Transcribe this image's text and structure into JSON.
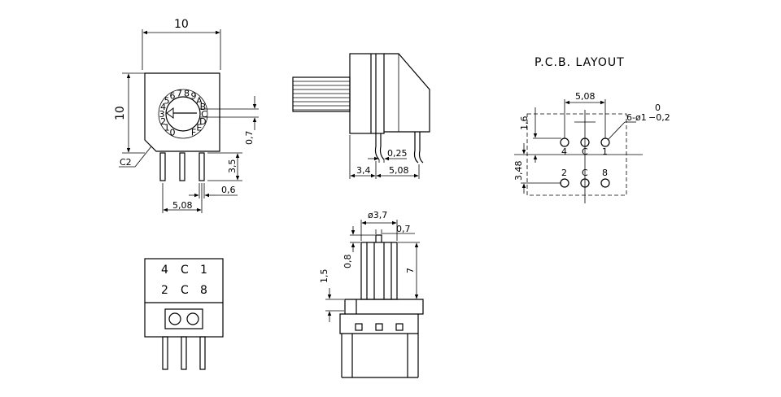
{
  "top_left_view": {
    "width_dim": "10",
    "height_dim": "10",
    "chamfer": "C2",
    "shaft_dim": "0,7",
    "pin_height": "3,5",
    "pin_thickness": "0,6",
    "pin_pitch": "5,08",
    "dial_labels": [
      "0",
      "1",
      "2",
      "3",
      "4",
      "5",
      "6",
      "7",
      "8",
      "9",
      "A",
      "B",
      "C",
      "D",
      "E",
      "F"
    ]
  },
  "top_middle_view": {
    "dim_left": "3,4",
    "dim_right": "5,08",
    "dim_gap": "0,25"
  },
  "pcb_layout": {
    "title": "P.C.B. LAYOUT",
    "pitch": "5,08",
    "hole_spec": "6-ø1",
    "tolerance_plus": "0",
    "tolerance_minus": "−0,2",
    "vertical_offset": "1,6",
    "row_spacing": "3,48",
    "top_labels": [
      "4",
      "C",
      "1"
    ],
    "bottom_labels": [
      "2",
      "C",
      "8"
    ]
  },
  "bottom_left_view": {
    "row1": [
      "4",
      "C",
      "1"
    ],
    "row2": [
      "2",
      "C",
      "8"
    ]
  },
  "bottom_middle_view": {
    "diameter": "ø3,7",
    "slot_width": "0,7",
    "slot_depth": "0,8",
    "shaft_length": "7",
    "step_height": "1,5"
  }
}
